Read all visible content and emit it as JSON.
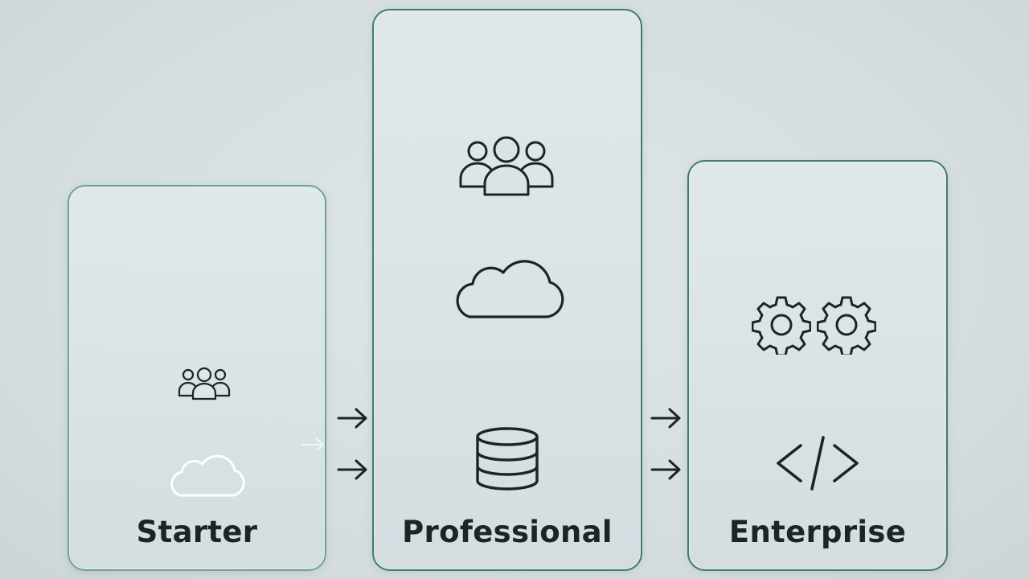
{
  "tiers": [
    {
      "label": "Starter"
    },
    {
      "label": "Professional"
    },
    {
      "label": "Enterprise"
    }
  ],
  "colors": {
    "card_border": "#3f7a70",
    "icon_stroke": "#1c2424",
    "faded_icon": "#ffffff",
    "text": "#1c2424"
  }
}
